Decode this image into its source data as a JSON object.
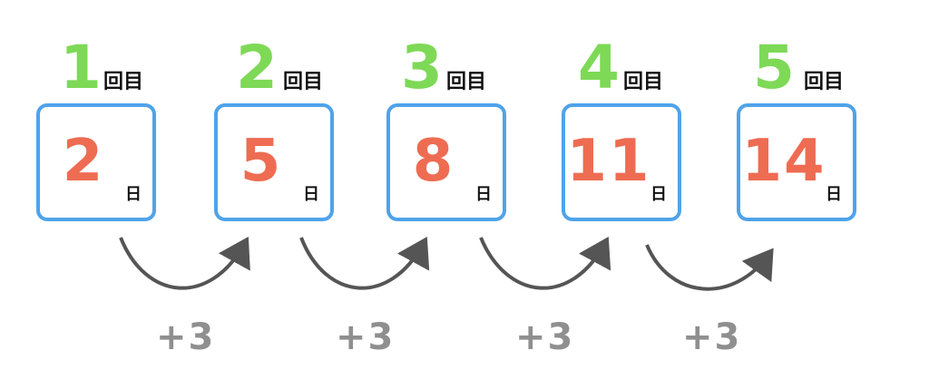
{
  "colors": {
    "ordinal": "#7ed957",
    "day": "#ee6c52",
    "box_border": "#4fa3ea",
    "arrow": "#555555",
    "increment": "#8f8f8f",
    "unit_text": "#111111"
  },
  "steps": [
    {
      "ordinal": "1",
      "ordinal_unit": "回目",
      "day": "2",
      "day_unit": "日"
    },
    {
      "ordinal": "2",
      "ordinal_unit": "回目",
      "day": "5",
      "day_unit": "日"
    },
    {
      "ordinal": "3",
      "ordinal_unit": "回目",
      "day": "8",
      "day_unit": "日"
    },
    {
      "ordinal": "4",
      "ordinal_unit": "回目",
      "day": "11",
      "day_unit": "日"
    },
    {
      "ordinal": "5",
      "ordinal_unit": "回目",
      "day": "14",
      "day_unit": "日"
    }
  ],
  "increments": [
    {
      "label": "+3"
    },
    {
      "label": "+3"
    },
    {
      "label": "+3"
    },
    {
      "label": "+3"
    }
  ]
}
